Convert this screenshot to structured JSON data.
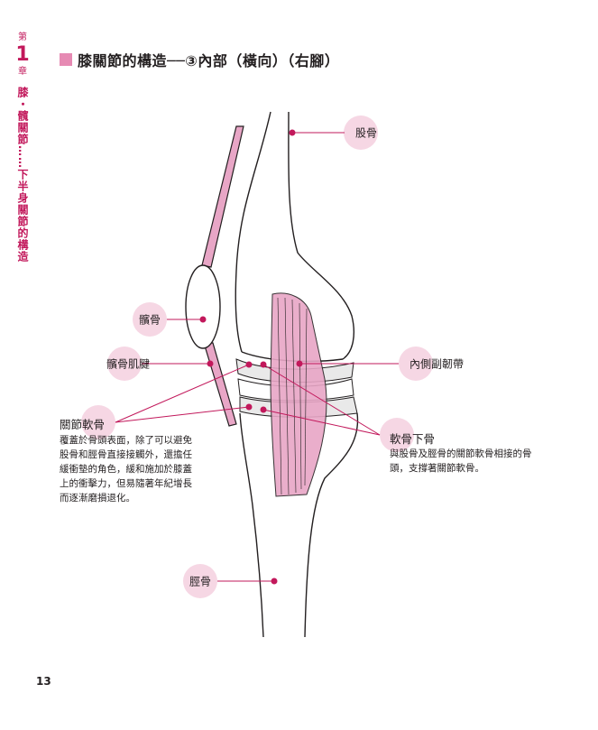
{
  "chapter": {
    "prefix": "第",
    "number": "1",
    "suffix": "章",
    "title": "膝・髖關節……下半身關節的構造"
  },
  "page_title": "膝關節的構造──③內部（橫向）（右腳）",
  "labels": {
    "femur": "股骨",
    "patella": "髕骨",
    "patellar_tendon": "髕骨肌腱",
    "mcl": "內側副韌帶",
    "articular_cartilage": "關節軟骨",
    "subchondral_bone": "軟骨下骨",
    "tibia": "脛骨"
  },
  "descriptions": {
    "articular_cartilage": "覆蓋於骨頭表面，除了可以避免股骨和脛骨直接接觸外，還擔任緩衝墊的角色，緩和施加於膝蓋上的衝擊力，但易隨著年紀增長而逐漸磨損退化。",
    "subchondral_bone": "與股骨及脛骨的關節軟骨相接的骨頭，支撐著關節軟骨。"
  },
  "page_number": "13",
  "colors": {
    "accent": "#c2185b",
    "label_bubble": "#f6d7e4",
    "ligament": "#e8a6c6",
    "cartilage": "#e9e9e9",
    "outline": "#231f20"
  }
}
